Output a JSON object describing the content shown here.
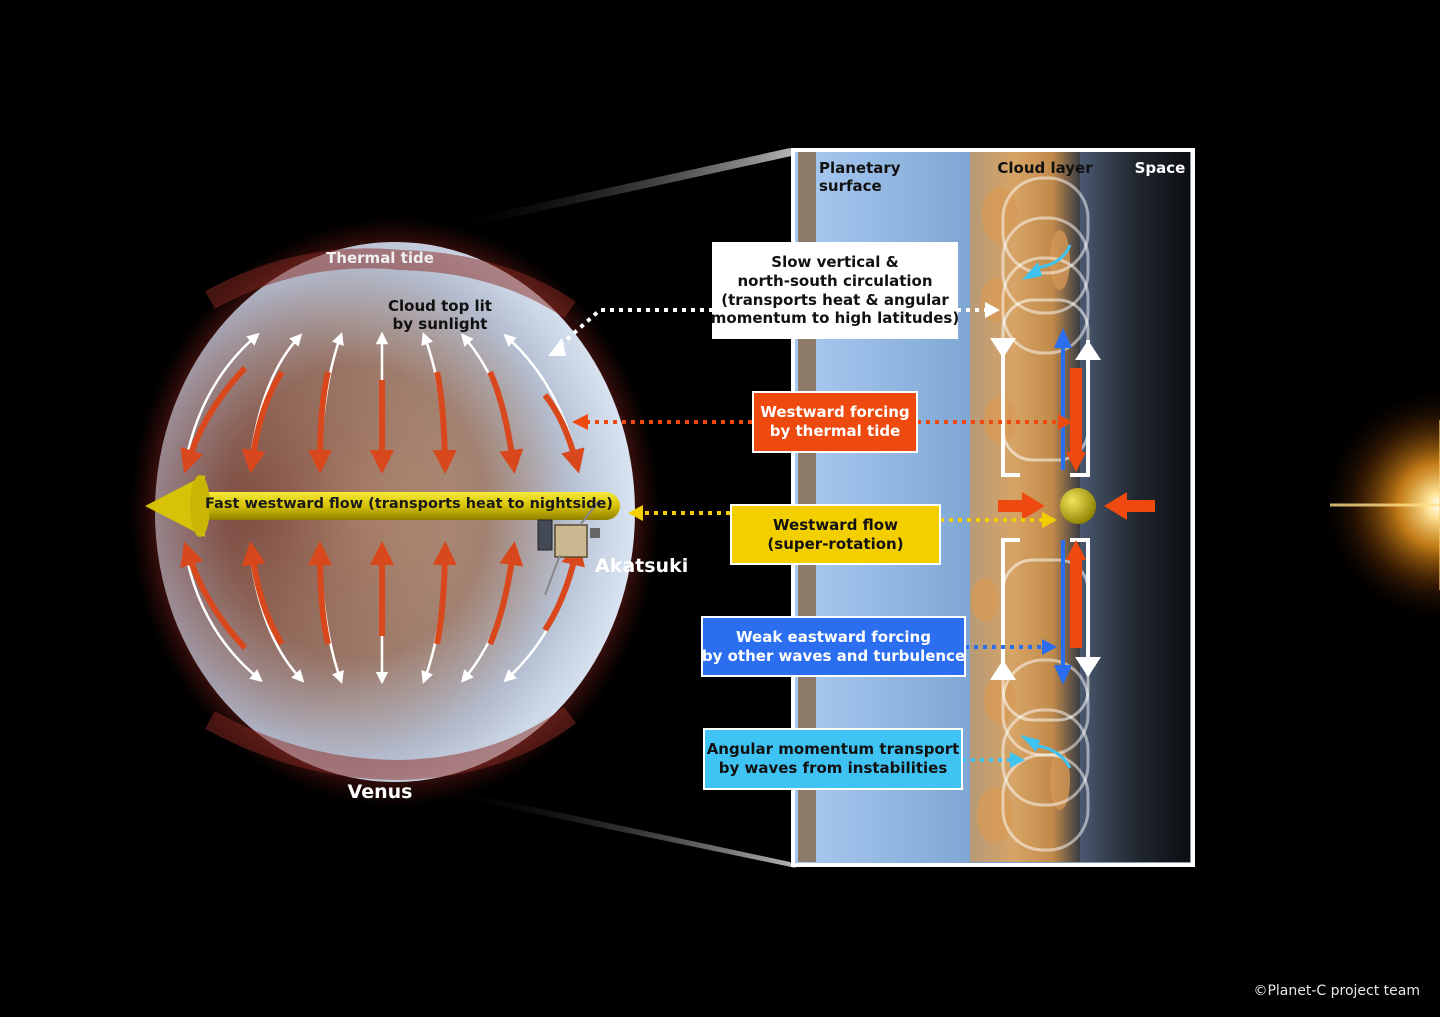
{
  "venus": {
    "planet_label": "Venus",
    "thermal_tide_label": "Thermal tide",
    "cloud_top_label": [
      "Cloud top lit",
      "by sunlight"
    ],
    "fast_flow_label": "Fast westward flow (transports heat to nightside)",
    "spacecraft_label": "Akatsuki"
  },
  "panel": {
    "surface_label": [
      "Planetary",
      "surface"
    ],
    "cloud_layer_label": "Cloud layer",
    "space_label": "Space"
  },
  "callouts": [
    {
      "id": "slow-circulation",
      "lines": [
        "Slow vertical &",
        "north-south circulation",
        "(transports heat & angular",
        "momentum to high latitudes)"
      ],
      "bg": "#ffffff",
      "fg": "#111111"
    },
    {
      "id": "westward-forcing",
      "lines": [
        "Westward forcing",
        "by thermal tide"
      ],
      "bg": "#ee4a10",
      "fg": "#ffffff"
    },
    {
      "id": "westward-flow",
      "lines": [
        "Westward flow",
        "(super-rotation)"
      ],
      "bg": "#f4cf00",
      "fg": "#111111"
    },
    {
      "id": "eastward-forcing",
      "lines": [
        "Weak eastward forcing",
        "by other waves and turbulence"
      ],
      "bg": "#2b6ef0",
      "fg": "#ffffff"
    },
    {
      "id": "angular-momentum",
      "lines": [
        "Angular momentum transport",
        "by waves from instabilities"
      ],
      "bg": "#3fc3f2",
      "fg": "#111111"
    }
  ],
  "credit": "©Planet-C project team",
  "colors": {
    "orange": "#ee4a10",
    "yellow": "#e6cf0a",
    "blue": "#2b6ef0",
    "cyan": "#3fc3f2",
    "white": "#ffffff"
  }
}
